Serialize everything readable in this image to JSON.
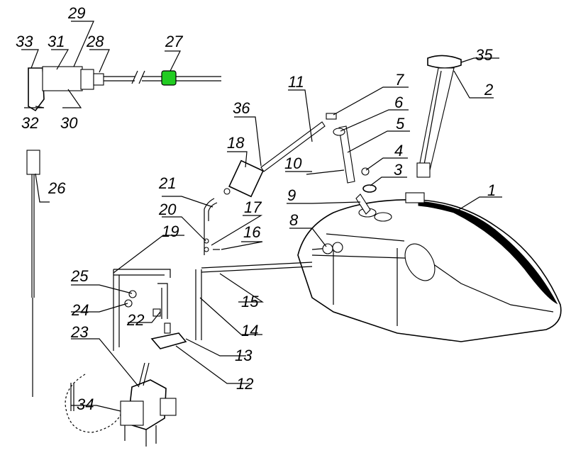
{
  "diagram": {
    "callouts": [
      "1",
      "2",
      "3",
      "4",
      "5",
      "6",
      "7",
      "8",
      "9",
      "10",
      "11",
      "12",
      "13",
      "14",
      "15",
      "16",
      "17",
      "18",
      "19",
      "20",
      "21",
      "22",
      "23",
      "24",
      "25",
      "26",
      "27",
      "28",
      "29",
      "30",
      "31",
      "32",
      "33",
      "34",
      "35",
      "36"
    ]
  },
  "colors": {
    "background": "#ffffff",
    "line": "#000000",
    "highlight_part_27": "#22cc22"
  }
}
